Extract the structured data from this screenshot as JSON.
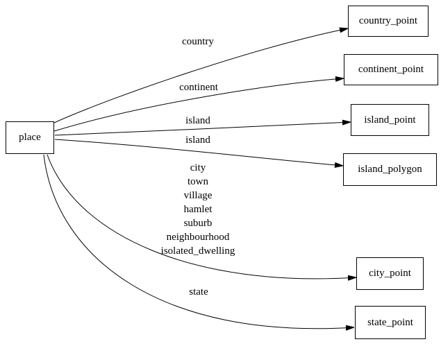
{
  "diagram": {
    "type": "directed-graph",
    "colors": {
      "background": "#ffffff",
      "line": "#000000",
      "text": "#000000"
    },
    "nodes": [
      {
        "id": "place",
        "label": "place"
      },
      {
        "id": "country_point",
        "label": "country_point"
      },
      {
        "id": "continent_point",
        "label": "continent_point"
      },
      {
        "id": "island_point",
        "label": "island_point"
      },
      {
        "id": "island_polygon",
        "label": "island_polygon"
      },
      {
        "id": "city_point",
        "label": "city_point"
      },
      {
        "id": "state_point",
        "label": "state_point"
      }
    ],
    "edges": [
      {
        "from": "place",
        "to": "country_point",
        "label": "country"
      },
      {
        "from": "place",
        "to": "continent_point",
        "label": "continent"
      },
      {
        "from": "place",
        "to": "island_point",
        "label": "island"
      },
      {
        "from": "place",
        "to": "island_polygon",
        "label": "island"
      },
      {
        "from": "place",
        "to": "city_point",
        "label": "city\ntown\nvillage\nhamlet\nsuburb\nneighbourhood\nisolated_dwelling"
      },
      {
        "from": "place",
        "to": "state_point",
        "label": "state"
      }
    ]
  }
}
